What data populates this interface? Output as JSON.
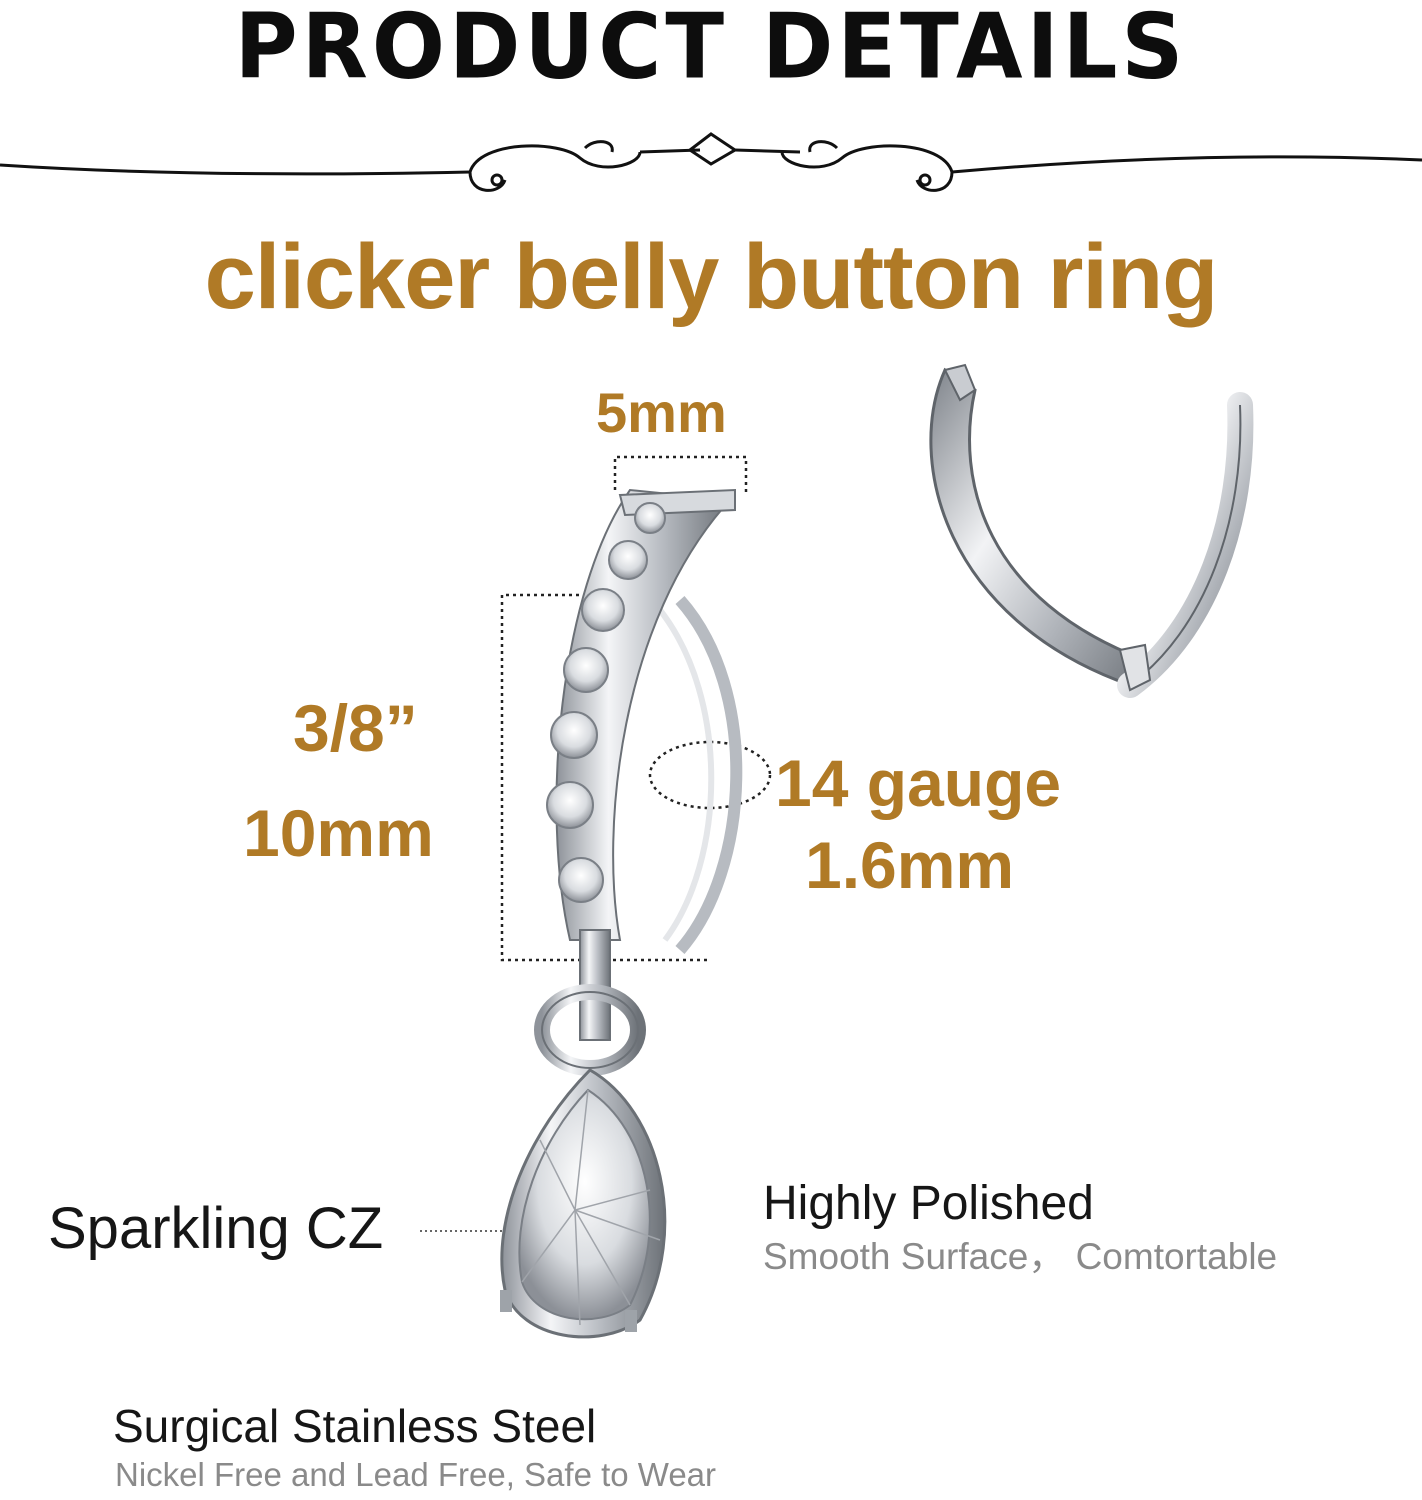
{
  "header": {
    "title": "PRODUCT  DETAILS",
    "subtitle": "clicker belly button ring"
  },
  "dimensions": {
    "width": "5mm",
    "length_inch": "3/8”",
    "length_mm": "10mm",
    "gauge": "14 gauge",
    "gauge_mm": "1.6mm"
  },
  "features": {
    "stone": "Sparkling CZ",
    "finish_title": "Highly Polished",
    "finish_detail": "Smooth Surface，  Comtortable",
    "material_title": "Surgical Stainless Steel",
    "material_detail": "Nickel Free and Lead Free, Safe to Wear"
  },
  "colors": {
    "accent_gold": "#b07a26",
    "text_dark": "#161616",
    "text_grey": "#8a8a8a",
    "metal_silver": "#c9ccd1"
  },
  "icons": [
    "ornamental-divider",
    "product-ring-front",
    "product-ring-open"
  ]
}
